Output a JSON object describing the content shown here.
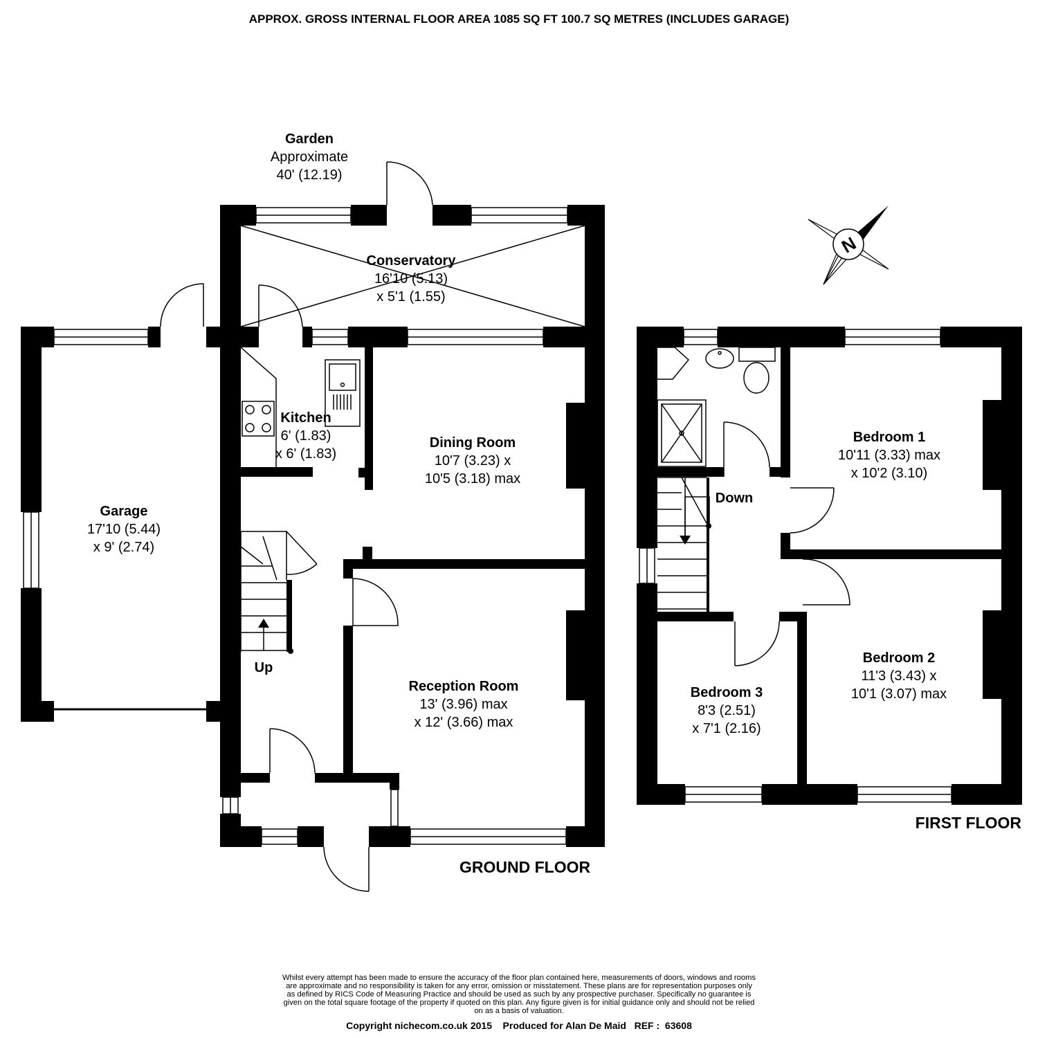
{
  "header": {
    "title": "APPROX. GROSS INTERNAL FLOOR AREA 1085 SQ FT 100.7 SQ METRES (INCLUDES GARAGE)"
  },
  "compass": {
    "label": "N"
  },
  "garden": {
    "name": "Garden",
    "line1": "Approximate",
    "line2": "40' (12.19)"
  },
  "ground_floor": {
    "label": "GROUND FLOOR",
    "conservatory": {
      "name": "Conservatory",
      "line1": "16'10 (5.13)",
      "line2": "x 5'1 (1.55)"
    },
    "kitchen": {
      "name": "Kitchen",
      "line1": "6' (1.83)",
      "line2": "x 6' (1.83)"
    },
    "dining": {
      "name": "Dining Room",
      "line1": "10'7 (3.23) x",
      "line2": "10'5 (3.18) max"
    },
    "garage": {
      "name": "Garage",
      "line1": "17'10 (5.44)",
      "line2": "x 9' (2.74)"
    },
    "reception": {
      "name": "Reception Room",
      "line1": "13' (3.96) max",
      "line2": "x 12' (3.66) max"
    },
    "stairs_label": "Up"
  },
  "first_floor": {
    "label": "FIRST FLOOR",
    "bedroom1": {
      "name": "Bedroom 1",
      "line1": "10'11 (3.33) max",
      "line2": "x 10'2 (3.10)"
    },
    "bedroom2": {
      "name": "Bedroom 2",
      "line1": "11'3 (3.43) x",
      "line2": "10'1 (3.07) max"
    },
    "bedroom3": {
      "name": "Bedroom 3",
      "line1": "8'3 (2.51)",
      "line2": "x 7'1 (2.16)"
    },
    "stairs_label": "Down"
  },
  "disclaimer": {
    "lines": [
      "Whilst every attempt has been made to ensure the accuracy of the floor plan contained here, measurements of doors, windows and rooms",
      "are approximate and no responsibility is taken for any error, omission or misstatement. These plans are for representation purposes only",
      "as defined by RICS Code of Measuring Practice and should be used as such by any prospective purchaser.  Specifically no guarantee is",
      "given on the total square footage of the property if quoted on this plan. Any figure given is for initial guidance only and should not be relied",
      "on as a basis of valuation."
    ]
  },
  "footer": {
    "copyright": "Copyright nichecom.co.uk 2015    Produced for Alan De Maid   REF :  63608"
  },
  "colors": {
    "wall": "#000000",
    "background": "#ffffff"
  }
}
